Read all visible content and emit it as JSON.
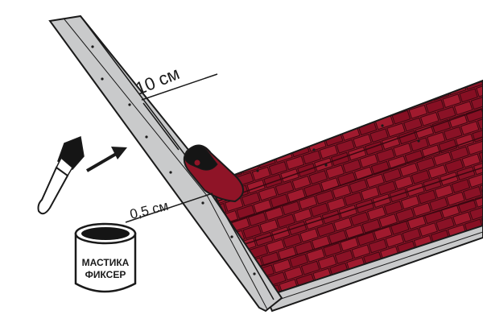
{
  "labels": {
    "dim_top": "10 см",
    "dim_bottom": "0,5 см",
    "can_line1": "МАСТИКА",
    "can_line2": "ФИКСЕР"
  },
  "colors": {
    "shingle": "#8f1427",
    "shingle_dark": "#6c0e1d",
    "flashing": "#c9cacb",
    "flashing_dark": "#a9aaab",
    "ink": "#1a1a1a",
    "mastic": "#151515"
  },
  "icons": {
    "arrow": "arrow-right-up-icon",
    "spatula": "spatula-icon",
    "can": "mastic-can-icon"
  }
}
